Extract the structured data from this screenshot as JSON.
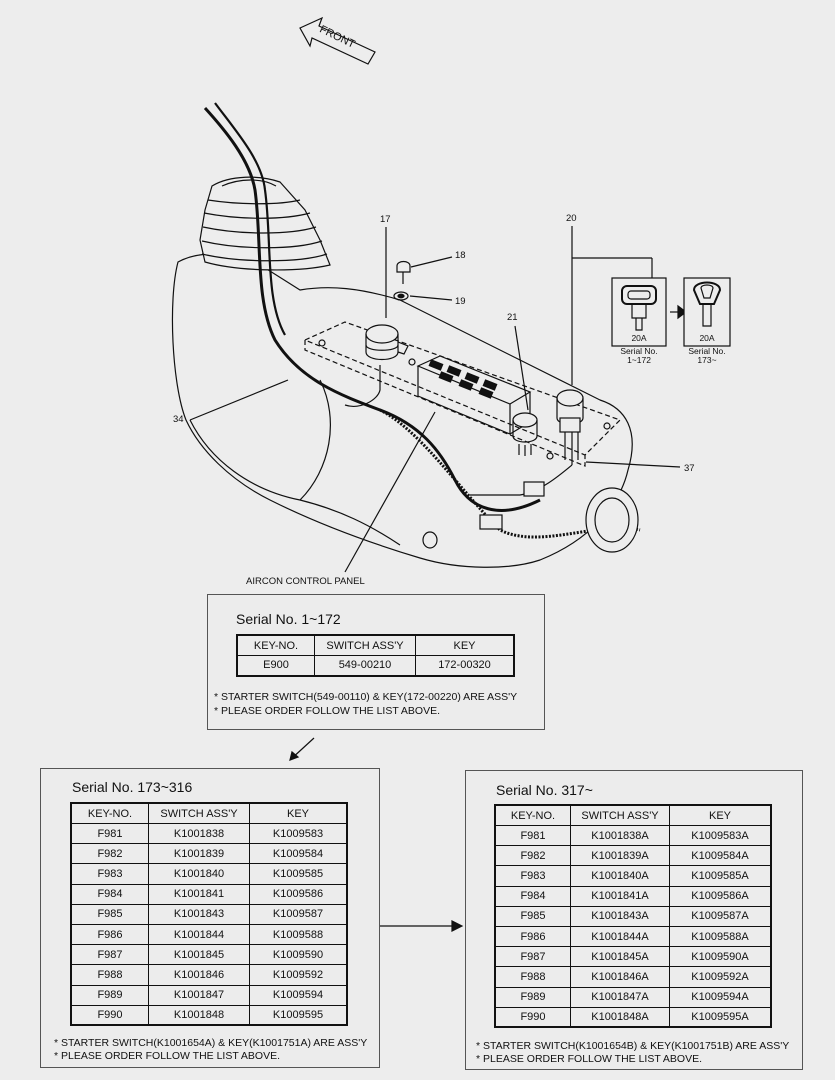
{
  "diagram": {
    "front_label": "FRONT",
    "callouts": {
      "c17": "17",
      "c18": "18",
      "c19": "19",
      "c20": "20",
      "c21": "21",
      "c34": "34",
      "c37": "37"
    },
    "aircon_label": "AIRCON CONTROL PANEL",
    "keys": [
      {
        "code": "20A",
        "serial_label": "Serial No.",
        "serial_range": "1~172"
      },
      {
        "code": "20A",
        "serial_label": "Serial No.",
        "serial_range": "173~"
      }
    ]
  },
  "table_a": {
    "title": "Serial No. 1~172",
    "headers": [
      "KEY-NO.",
      "SWITCH ASS'Y",
      "KEY"
    ],
    "rows": [
      [
        "E900",
        "549-00210",
        "172-00320"
      ]
    ],
    "notes": [
      "* STARTER SWITCH(549-00110) & KEY(172-00220) ARE ASS'Y",
      "* PLEASE ORDER FOLLOW THE LIST ABOVE."
    ]
  },
  "table_b": {
    "title": "Serial No. 173~316",
    "headers": [
      "KEY-NO.",
      "SWITCH ASS'Y",
      "KEY"
    ],
    "rows": [
      [
        "F981",
        "K1001838",
        "K1009583"
      ],
      [
        "F982",
        "K1001839",
        "K1009584"
      ],
      [
        "F983",
        "K1001840",
        "K1009585"
      ],
      [
        "F984",
        "K1001841",
        "K1009586"
      ],
      [
        "F985",
        "K1001843",
        "K1009587"
      ],
      [
        "F986",
        "K1001844",
        "K1009588"
      ],
      [
        "F987",
        "K1001845",
        "K1009590"
      ],
      [
        "F988",
        "K1001846",
        "K1009592"
      ],
      [
        "F989",
        "K1001847",
        "K1009594"
      ],
      [
        "F990",
        "K1001848",
        "K1009595"
      ]
    ],
    "notes": [
      "* STARTER SWITCH(K1001654A) & KEY(K1001751A) ARE ASS'Y",
      "* PLEASE ORDER FOLLOW THE LIST ABOVE."
    ]
  },
  "table_c": {
    "title": "Serial No. 317~",
    "headers": [
      "KEY-NO.",
      "SWITCH ASS'Y",
      "KEY"
    ],
    "rows": [
      [
        "F981",
        "K1001838A",
        "K1009583A"
      ],
      [
        "F982",
        "K1001839A",
        "K1009584A"
      ],
      [
        "F983",
        "K1001840A",
        "K1009585A"
      ],
      [
        "F984",
        "K1001841A",
        "K1009586A"
      ],
      [
        "F985",
        "K1001843A",
        "K1009587A"
      ],
      [
        "F986",
        "K1001844A",
        "K1009588A"
      ],
      [
        "F987",
        "K1001845A",
        "K1009590A"
      ],
      [
        "F988",
        "K1001846A",
        "K1009592A"
      ],
      [
        "F989",
        "K1001847A",
        "K1009594A"
      ],
      [
        "F990",
        "K1001848A",
        "K1009595A"
      ]
    ],
    "notes": [
      "* STARTER SWITCH(K1001654B) & KEY(K1001751B) ARE ASS'Y",
      "* PLEASE ORDER FOLLOW THE LIST ABOVE."
    ]
  }
}
